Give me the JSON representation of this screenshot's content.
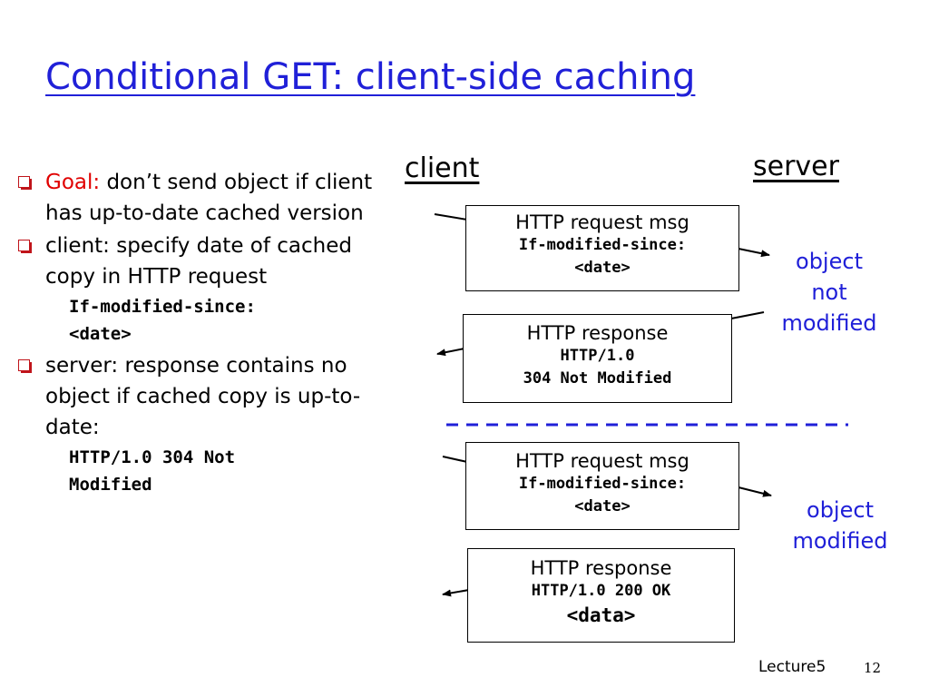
{
  "title": "Conditional GET: client-side caching",
  "bullets": {
    "b1": {
      "goal_label": "Goal:",
      "text": "don’t send object if client has up-to-date cached version"
    },
    "b2": {
      "text": "client: specify date of cached copy in HTTP request",
      "code1": "If-modified-since:",
      "code2": "<date>"
    },
    "b3": {
      "text": "server: response contains no object if cached copy is up-to-date:",
      "code1": "HTTP/1.0 304 Not",
      "code2": "Modified"
    }
  },
  "diagram": {
    "client_label": "client",
    "server_label": "server",
    "msg1": {
      "line1": "HTTP request msg",
      "line2": "If-modified-since:",
      "line3": "<date>"
    },
    "msg2": {
      "line1": "HTTP response",
      "line2": "HTTP/1.0",
      "line3": "304 Not Modified"
    },
    "msg3": {
      "line1": "HTTP request msg",
      "line2": "If-modified-since:",
      "line3": "<date>"
    },
    "msg4": {
      "line1": "HTTP response",
      "line2": "HTTP/1.0 200 OK",
      "line3": "<data>"
    },
    "note1": {
      "line1": "object",
      "line2": "not",
      "line3": "modified"
    },
    "note2": {
      "line1": "object",
      "line2": "modified"
    },
    "separator_color": "#2020d8"
  },
  "footer": {
    "lecture": "Lecture5",
    "page": "12"
  }
}
